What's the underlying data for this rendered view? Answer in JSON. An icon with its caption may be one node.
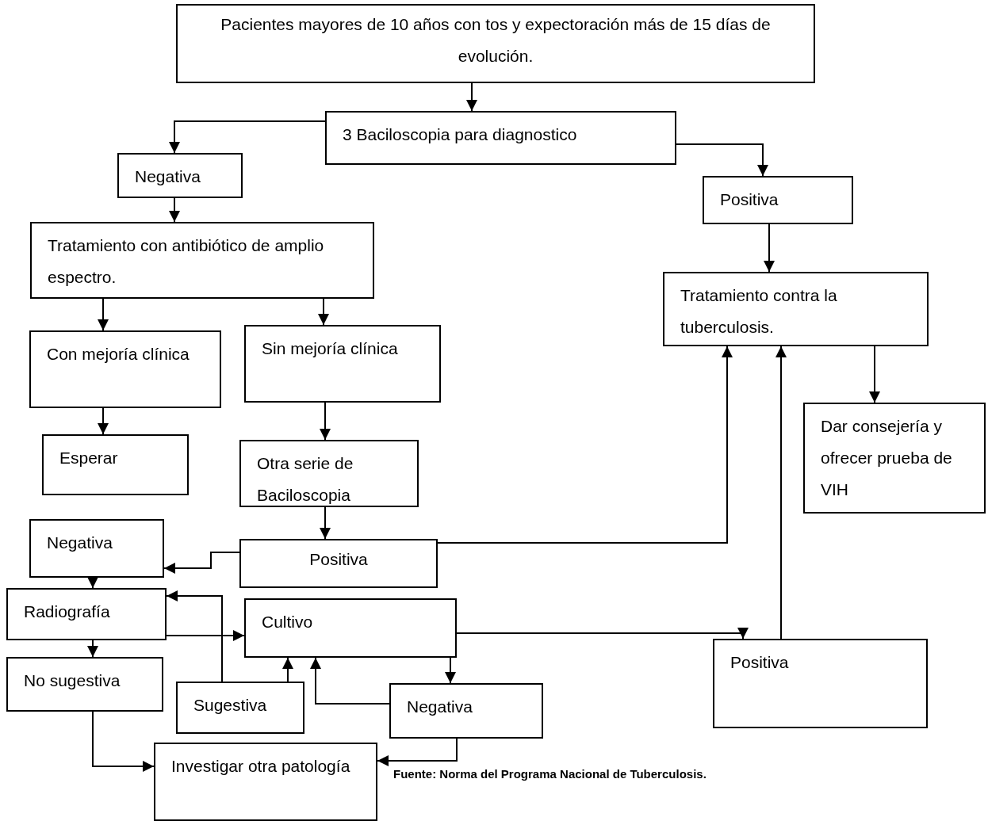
{
  "diagram": {
    "nodes": [
      {
        "text": [
          "Pacientes mayores de 10 años con tos y expectoración más de 15 días de evolución."
        ]
      },
      {
        "text": [
          "3 Baciloscopia para diagnostico"
        ]
      },
      {
        "text": [
          "Negativa"
        ]
      },
      {
        "text": [
          "Positiva"
        ]
      },
      {
        "text": [
          "Tratamiento con antibiótico de amplio espectro."
        ]
      },
      {
        "text": [
          "Tratamiento contra la tuberculosis."
        ]
      },
      {
        "text": [
          "Con mejoría clínica"
        ]
      },
      {
        "text": [
          "Sin mejoría clínica"
        ]
      },
      {
        "text": [
          "Esperar"
        ]
      },
      {
        "text": [
          "Otra serie de Baciloscopia"
        ]
      },
      {
        "text": [
          "Dar consejería y ofrecer prueba de VIH"
        ]
      },
      {
        "text": [
          "Negativa"
        ]
      },
      {
        "text": [
          "Positiva"
        ]
      },
      {
        "text": [
          "Radiografía"
        ]
      },
      {
        "text": [
          "Cultivo"
        ]
      },
      {
        "text": [
          "No sugestiva"
        ]
      },
      {
        "text": [
          "Sugestiva"
        ]
      },
      {
        "text": [
          "Negativa"
        ]
      },
      {
        "text": [
          "Positiva"
        ]
      },
      {
        "text": [
          "Investigar otra patología"
        ]
      }
    ],
    "edges": [
      {
        "from": 0,
        "to": 1,
        "arrow": "to"
      },
      {
        "from": 1,
        "to": 2,
        "arrow": "to"
      },
      {
        "from": 1,
        "to": 3,
        "arrow": "to"
      },
      {
        "from": 2,
        "to": 4,
        "arrow": "to"
      },
      {
        "from": 3,
        "to": 5,
        "arrow": "to"
      },
      {
        "from": 4,
        "to": 6,
        "arrow": "to"
      },
      {
        "from": 4,
        "to": 7,
        "arrow": "to"
      },
      {
        "from": 5,
        "to": 10,
        "arrow": "to"
      },
      {
        "from": 6,
        "to": 8,
        "arrow": "to"
      },
      {
        "from": 7,
        "to": 9,
        "arrow": "to"
      },
      {
        "from": 9,
        "to": 12,
        "arrow": "to"
      },
      {
        "from": 12,
        "to": 11,
        "arrow": "to"
      },
      {
        "from": 12,
        "to": 5,
        "arrow": "to"
      },
      {
        "from": 11,
        "to": 13,
        "arrow": "to"
      },
      {
        "from": 13,
        "to": 14,
        "arrow": "to"
      },
      {
        "from": 13,
        "to": 15,
        "arrow": "to"
      },
      {
        "from": 16,
        "to": 13,
        "arrow": "to"
      },
      {
        "from": 16,
        "to": 14,
        "arrow": "to"
      },
      {
        "from": 17,
        "to": 14,
        "arrow": "to"
      },
      {
        "from": 14,
        "to": 17,
        "arrow": "to"
      },
      {
        "from": 14,
        "to": 18,
        "arrow": "to"
      },
      {
        "from": 18,
        "to": 5,
        "arrow": "to"
      },
      {
        "from": 17,
        "to": 19,
        "arrow": "to"
      },
      {
        "from": 15,
        "to": 19,
        "arrow": "to"
      }
    ],
    "labels": [
      "Fuente: Norma del Programa Nacional de Tuberculosis."
    ]
  }
}
